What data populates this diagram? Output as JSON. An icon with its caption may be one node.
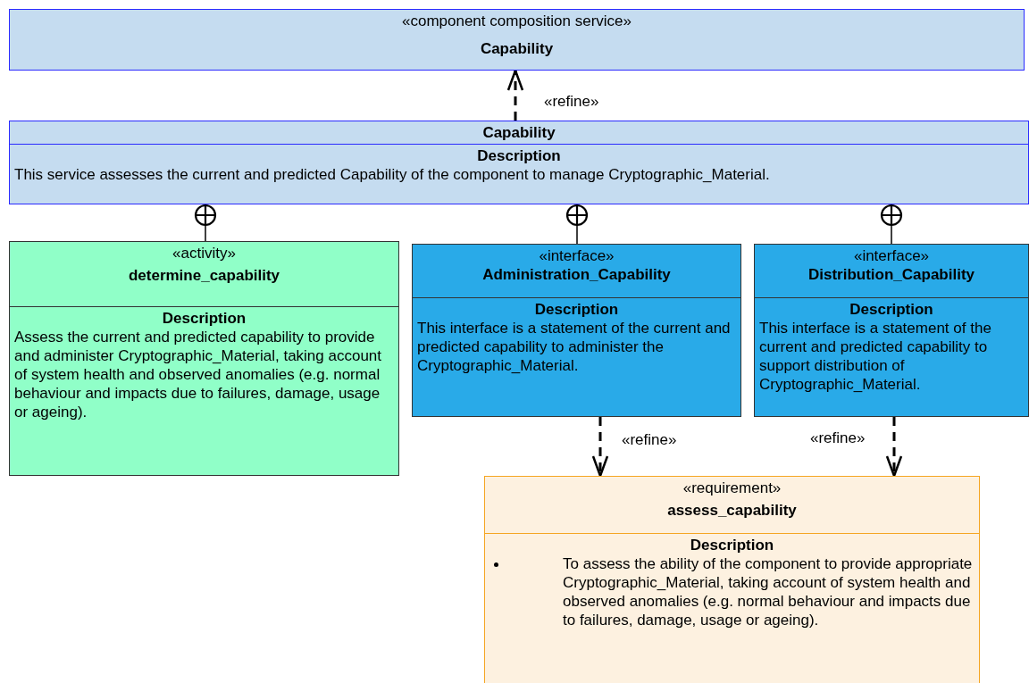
{
  "diagram": {
    "nodes": [
      {
        "text": [
          "«component composition service»",
          "Capability"
        ]
      },
      {
        "text": [
          "Capability",
          "Description",
          "This service assesses the current and predicted Capability of the component to manage Cryptographic_Material."
        ]
      },
      {
        "text": [
          "«activity»",
          "determine_capability",
          "Description",
          "Assess the current and predicted capability to provide and administer Cryptographic_Material, taking account of system health and observed anomalies (e.g. normal behaviour and impacts due to failures, damage, usage or ageing)."
        ]
      },
      {
        "text": [
          "«interface»",
          "Administration_Capability",
          "Description",
          "This interface is a statement of the current and predicted capability to administer the Cryptographic_Material."
        ]
      },
      {
        "text": [
          "«interface»",
          "Distribution_Capability",
          "Description",
          "This interface is a statement of the current and predicted capability to support distribution of Cryptographic_Material."
        ]
      },
      {
        "text": [
          "«requirement»",
          "assess_capability",
          "Description",
          "To assess the ability of the component to provide appropriate Cryptographic_Material, taking account of system health and observed anomalies (e.g. normal behaviour and impacts due to failures, damage, usage or ageing)."
        ]
      }
    ],
    "edges": [
      {
        "from": 1,
        "to": 0,
        "arrow": "to",
        "style": "dashed",
        "label": "«refine»"
      },
      {
        "from": 1,
        "to": 2,
        "arrow": "other"
      },
      {
        "from": 1,
        "to": 3,
        "arrow": "other"
      },
      {
        "from": 1,
        "to": 4,
        "arrow": "other"
      },
      {
        "from": 3,
        "to": 5,
        "arrow": "to",
        "style": "dashed",
        "label": "«refine»"
      },
      {
        "from": 4,
        "to": 5,
        "arrow": "to",
        "style": "dashed",
        "label": "«refine»"
      }
    ]
  }
}
